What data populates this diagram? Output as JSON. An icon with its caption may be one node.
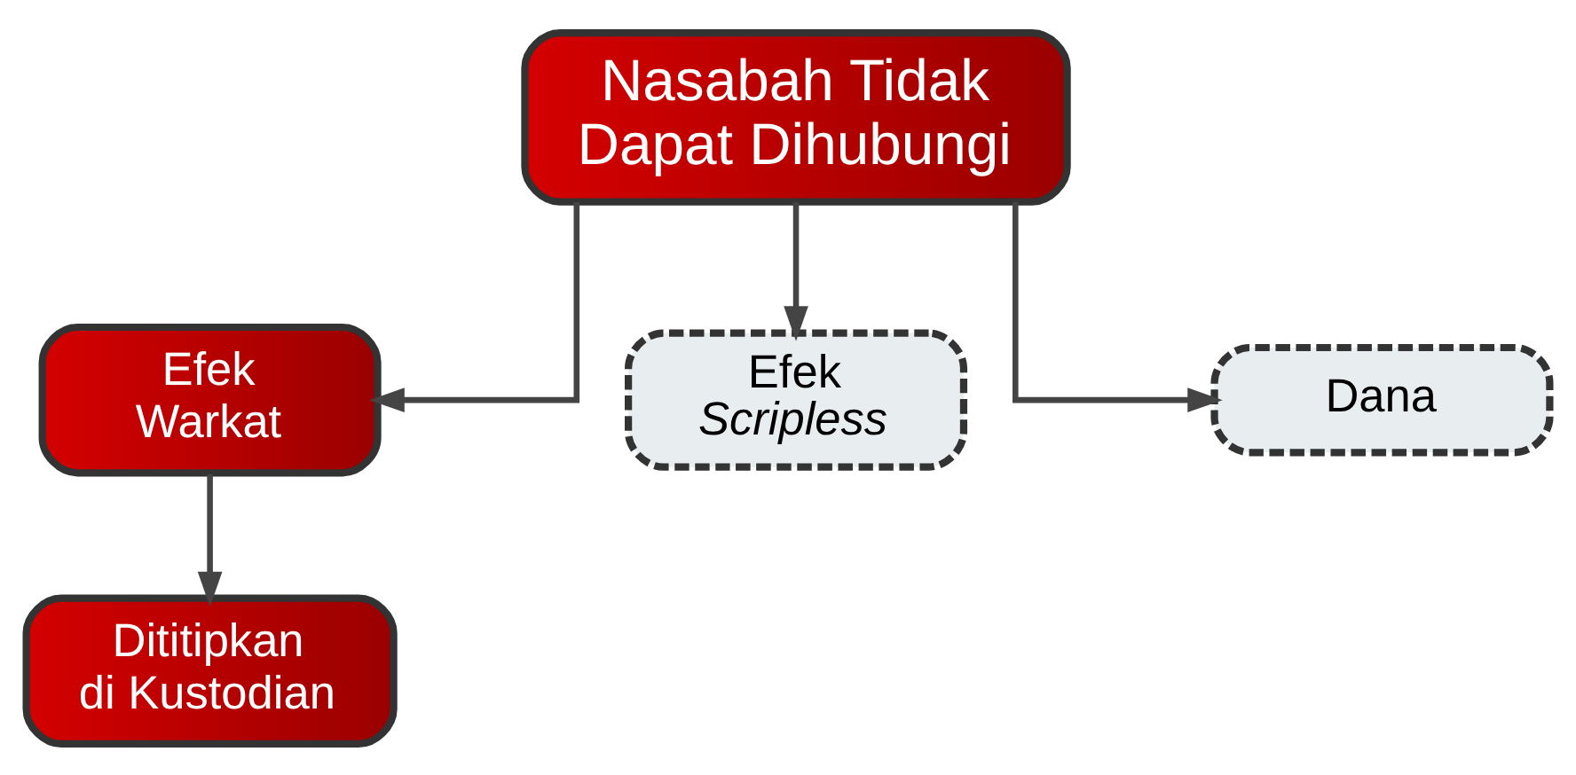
{
  "diagram": {
    "nodes": [
      {
        "text": [
          "Nasabah Tidak Dapat Dihubungi"
        ]
      },
      {
        "text": [
          "Efek Warkat"
        ]
      },
      {
        "text": [
          "Efek *Scripless*"
        ]
      },
      {
        "text": [
          "Dana"
        ]
      },
      {
        "text": [
          "Dititipkan di Kustodian"
        ]
      }
    ],
    "edges": [
      {
        "from": 0,
        "to": 1,
        "arrow": "to"
      },
      {
        "from": 0,
        "to": 2,
        "arrow": "to"
      },
      {
        "from": 0,
        "to": 3,
        "arrow": "to"
      },
      {
        "from": 1,
        "to": 4,
        "arrow": "to"
      }
    ]
  }
}
